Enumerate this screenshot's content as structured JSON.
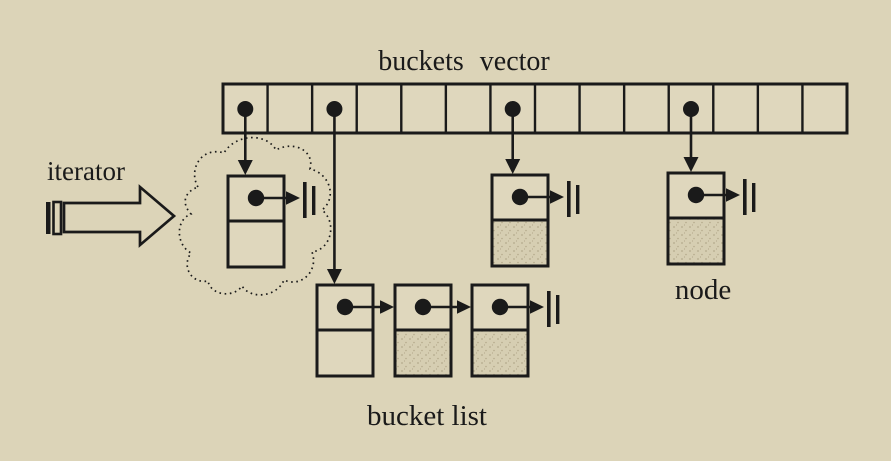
{
  "figure": {
    "type": "hash-table-structure-diagram",
    "background_color": "#dcd4b8",
    "box_fill_color": "#dfd7bd",
    "shaded_fill_color": "#d6ceb2",
    "speckle_color": "#b4aa8c",
    "ink_color": "#1a1a1a",
    "labels": {
      "buckets_vector": "buckets vector",
      "iterator": "iterator",
      "bucket_list": "bucket list",
      "node": "node"
    },
    "buckets_vector": {
      "cell_count": 14,
      "occupied_cells": [
        1,
        3,
        7,
        11
      ]
    },
    "chains": [
      {
        "bucket": 1,
        "length": 1,
        "in_iterator_cloud": true,
        "terminated_by_null": true
      },
      {
        "bucket": 3,
        "length": 3,
        "in_iterator_cloud": false,
        "terminated_by_null": true
      },
      {
        "bucket": 7,
        "length": 1,
        "in_iterator_cloud": false,
        "terminated_by_null": true
      },
      {
        "bucket": 11,
        "length": 1,
        "in_iterator_cloud": false,
        "terminated_by_null": true
      }
    ]
  }
}
